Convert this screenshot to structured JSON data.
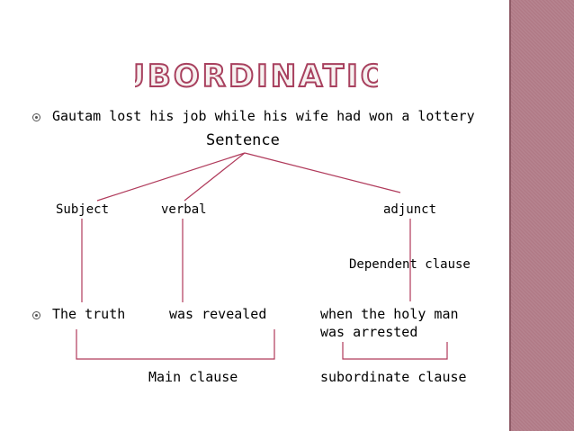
{
  "title": "SUBORDINATION",
  "bullets": [
    "Gautam lost his job while his wife had won a lottery",
    "The truth"
  ],
  "labels": {
    "sentence": "Sentence",
    "subject": "Subject",
    "verbal": "verbal",
    "adjunct": "adjunct",
    "dependent_clause": "Dependent clause",
    "was_revealed": "was revealed",
    "when_line1": "when the holy man",
    "when_line2": "was arrested",
    "main_clause": "Main clause",
    "subordinate_clause": "subordinate clause"
  },
  "colors": {
    "title_fill": "#f6f1f0",
    "title_stroke": "#a8405e",
    "line": "#b03a5b",
    "sidebar": "#b07a86",
    "bullet_icon": "#555555"
  }
}
